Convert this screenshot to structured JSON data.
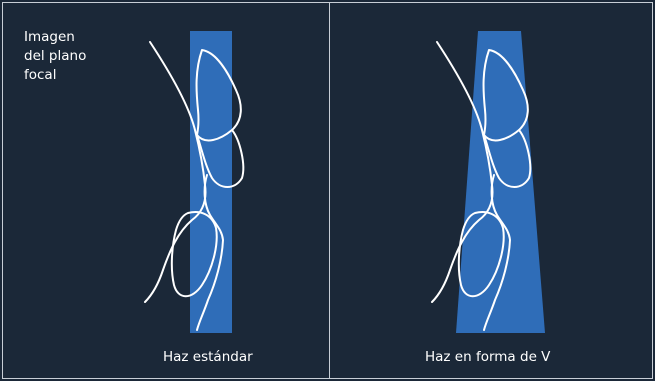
{
  "focal_plane_label": [
    "Imagen",
    "del plano",
    "focal"
  ],
  "panels": [
    {
      "caption": "Haz estándar",
      "beam_shape": "straight"
    },
    {
      "caption": "Haz en forma de V",
      "beam_shape": "v-shaped"
    }
  ],
  "colors": {
    "background": "#1b2838",
    "border": "#c8ced6",
    "beam": "#2f6db8",
    "teeth_outline": "#ffffff",
    "text": "#ffffff"
  }
}
